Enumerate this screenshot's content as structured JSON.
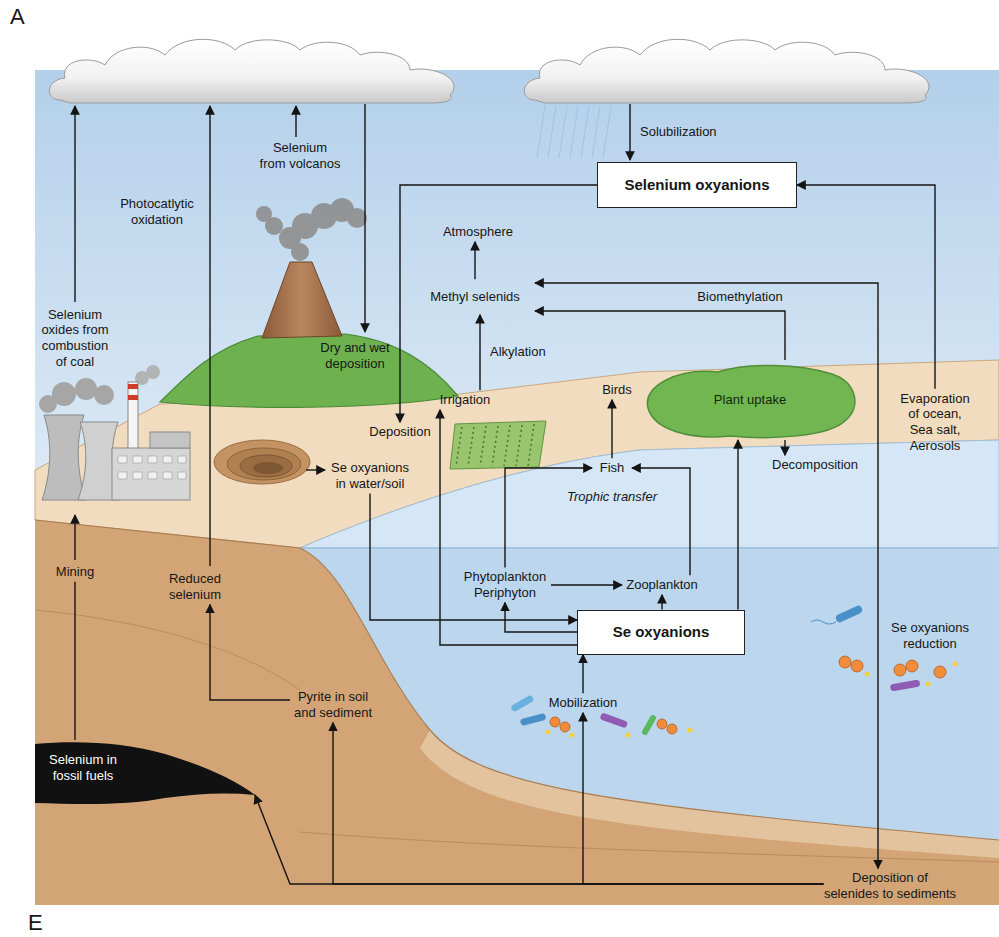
{
  "diagram": {
    "nodes": [
      {
        "text": [
          "Selenium oxyanions"
        ]
      },
      {
        "text": [
          "Atmosphere"
        ]
      },
      {
        "text": [
          "Methyl selenids"
        ]
      },
      {
        "text": [
          "Birds"
        ]
      },
      {
        "text": [
          "Plant uptake"
        ]
      },
      {
        "text": [
          "Irrigation"
        ]
      },
      {
        "text": [
          "Deposition"
        ]
      },
      {
        "text": [
          "Decomposition"
        ]
      },
      {
        "text": [
          "Evaporation of ocean, Sea salt, Aerosols"
        ]
      },
      {
        "text": [
          "Se oxyanions in water/soil"
        ]
      },
      {
        "text": [
          "Fish"
        ]
      },
      {
        "text": [
          "Mining"
        ]
      },
      {
        "text": [
          "Reduced selenium"
        ]
      },
      {
        "text": [
          "Phytoplankton Periphyton"
        ]
      },
      {
        "text": [
          "Zooplankton"
        ]
      },
      {
        "text": [
          "Se oxyanions"
        ]
      },
      {
        "text": [
          "Pyrite in soil and sediment"
        ]
      },
      {
        "text": [
          "Mobilization"
        ]
      },
      {
        "text": [
          "Selenium in fossil fuels"
        ]
      },
      {
        "text": [
          "Deposition of selenides to sediments"
        ]
      }
    ],
    "edges": [
      {
        "from": 0,
        "to": 6,
        "arrow": "to"
      },
      {
        "from": 8,
        "to": 0,
        "arrow": "to"
      },
      {
        "from": 2,
        "to": 1,
        "arrow": "to"
      },
      {
        "from": 19,
        "to": 2,
        "label": "Biomethylation",
        "arrow": "both"
      },
      {
        "from": 4,
        "to": 2,
        "arrow": "to"
      },
      {
        "from": 4,
        "to": 7,
        "arrow": "to"
      },
      {
        "from": 15,
        "to": 4,
        "arrow": "to"
      },
      {
        "from": 15,
        "to": 13,
        "arrow": "to"
      },
      {
        "from": 13,
        "to": 14,
        "arrow": "to"
      },
      {
        "from": 15,
        "to": 14,
        "arrow": "to"
      },
      {
        "from": 13,
        "to": 10,
        "arrow": "to"
      },
      {
        "from": 14,
        "to": 10,
        "arrow": "to"
      },
      {
        "from": 10,
        "to": 3,
        "arrow": "to"
      },
      {
        "from": 17,
        "to": 15,
        "arrow": "to"
      },
      {
        "from": 19,
        "to": 18,
        "arrow": "to"
      },
      {
        "from": 19,
        "to": 16,
        "arrow": "to"
      },
      {
        "from": 19,
        "to": 17,
        "arrow": "to"
      },
      {
        "from": 16,
        "to": 12,
        "arrow": "to"
      },
      {
        "from": 18,
        "to": 11,
        "arrow": "none"
      },
      {
        "from": 9,
        "to": 15,
        "arrow": "to"
      },
      {
        "from": 15,
        "to": 5,
        "arrow": "to"
      },
      {
        "from": 5,
        "to": 2,
        "label": "Alkylation",
        "arrow": "to"
      }
    ],
    "labels": [
      "A",
      "Solubilization",
      "Selenium from volcanos",
      "Photocatlytic oxidation",
      "Selenium oxides from combustion of coal",
      "Dry and wet deposition",
      "Trophic transfer",
      "Se oxyanions reduction",
      "E"
    ]
  }
}
